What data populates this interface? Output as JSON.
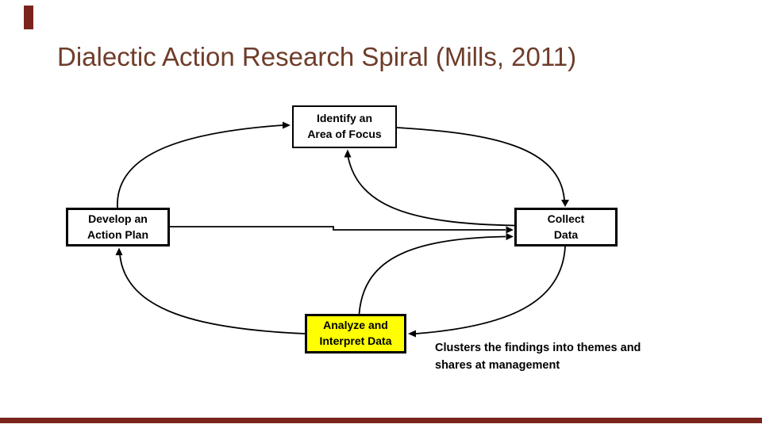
{
  "slide": {
    "title": "Dialectic Action Research Spiral (Mills, 2011)",
    "colors": {
      "title": "#6e3d2a",
      "accent": "#7b241c",
      "background": "#ffffff",
      "line": "#000000",
      "highlight": "#ffff00"
    }
  },
  "diagram": {
    "nodes": [
      {
        "id": "identify-area-of-focus",
        "lines": [
          "Identify an",
          "Area of Focus"
        ],
        "fill": "#ffffff"
      },
      {
        "id": "collect-data",
        "lines": [
          "Collect",
          "Data"
        ],
        "fill": "#ffffff"
      },
      {
        "id": "analyze-interpret-data",
        "lines": [
          "Analyze and",
          "Interpret Data"
        ],
        "fill": "#ffff00"
      },
      {
        "id": "develop-action-plan",
        "lines": [
          "Develop an",
          "Action Plan"
        ],
        "fill": "#ffffff"
      }
    ],
    "connections": [
      "develop-top to identify-left",
      "identify-right to collect-top",
      "collect-bottom to analyze-right",
      "analyze-left to develop-bottom",
      "collect-left to identify-bottom",
      "analyze-top to collect-left",
      "develop-right to collect-left straight"
    ],
    "annotation": "Clusters the findings into themes and shares at management"
  }
}
